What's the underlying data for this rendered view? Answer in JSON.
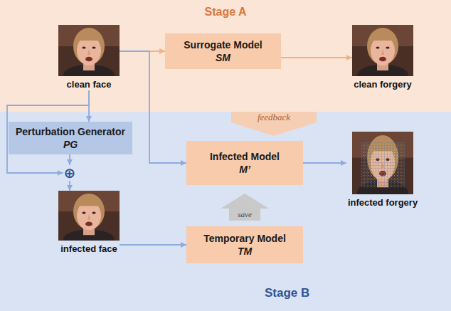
{
  "diagram": {
    "nodes": [
      {
        "text": [
          "Stage A"
        ]
      },
      {
        "text": [
          "clean face"
        ],
        "in": 0
      },
      {
        "text": [
          "Surrogate Model",
          "SM"
        ],
        "in": 0
      },
      {
        "text": [
          "clean forgery"
        ],
        "in": 0
      },
      {
        "text": [
          "Stage B"
        ]
      },
      {
        "text": [
          "Perturbation Generator",
          "PG"
        ],
        "in": 4
      },
      {
        "text": [
          "⊕"
        ],
        "in": 4
      },
      {
        "text": [
          "Infected Model",
          "M’"
        ],
        "in": 4
      },
      {
        "text": [
          "infected forgery"
        ],
        "in": 4
      },
      {
        "text": [
          "infected face"
        ],
        "in": 4
      },
      {
        "text": [
          "Temporary Model",
          "TM"
        ],
        "in": 4
      }
    ],
    "edges": [
      {
        "from": 1,
        "to": 2,
        "arrow": "to"
      },
      {
        "from": 2,
        "to": 3,
        "arrow": "to"
      },
      {
        "from": 1,
        "to": 7,
        "arrow": "to"
      },
      {
        "from": 1,
        "to": 5,
        "arrow": "to"
      },
      {
        "from": 1,
        "to": 6,
        "arrow": "to"
      },
      {
        "from": 5,
        "to": 6,
        "arrow": "to"
      },
      {
        "from": 6,
        "to": 9,
        "arrow": "to"
      },
      {
        "from": 9,
        "to": 10,
        "arrow": "to"
      },
      {
        "from": 7,
        "to": 8,
        "arrow": "to"
      }
    ],
    "labels": [
      "feedback",
      "save"
    ]
  }
}
